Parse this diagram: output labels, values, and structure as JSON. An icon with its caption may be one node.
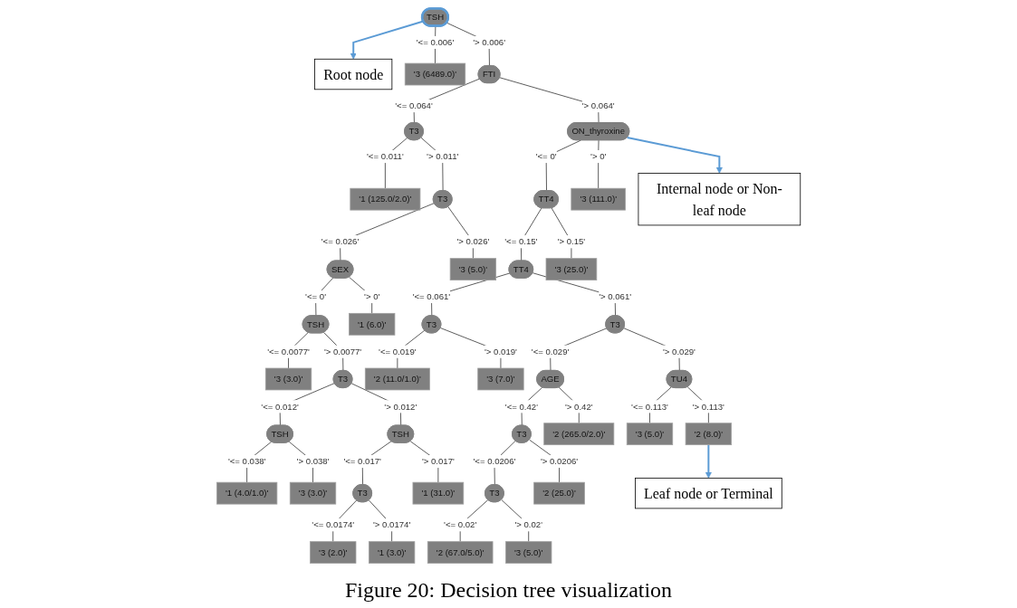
{
  "diagram": {
    "caption": "Figure 20: Decision tree visualization",
    "nodes": [
      {
        "text": [
          "Root node"
        ]
      },
      {
        "text": [
          "TSH"
        ]
      },
      {
        "text": [
          "'3 (6489.0)'"
        ]
      },
      {
        "text": [
          "FTI"
        ]
      },
      {
        "text": [
          "T3"
        ]
      },
      {
        "text": [
          "'1 (125.0/2.0)'"
        ]
      },
      {
        "text": [
          "T3"
        ]
      },
      {
        "text": [
          "SEX"
        ]
      },
      {
        "text": [
          "TSH"
        ]
      },
      {
        "text": [
          "'3 (3.0)'"
        ]
      },
      {
        "text": [
          "T3"
        ]
      },
      {
        "text": [
          "TSH"
        ]
      },
      {
        "text": [
          "'1 (4.0/1.0)'"
        ]
      },
      {
        "text": [
          "'3 (3.0)'"
        ]
      },
      {
        "text": [
          "TSH"
        ]
      },
      {
        "text": [
          "T3"
        ]
      },
      {
        "text": [
          "'3 (2.0)'"
        ]
      },
      {
        "text": [
          "'1 (3.0)'"
        ]
      },
      {
        "text": [
          "'1 (31.0)'"
        ]
      },
      {
        "text": [
          "'1 (6.0)'"
        ]
      },
      {
        "text": [
          "'3 (5.0)'"
        ]
      },
      {
        "text": [
          "ON_thyroxine"
        ]
      },
      {
        "text": [
          "Internal node or Non-leaf node"
        ]
      },
      {
        "text": [
          "TT4"
        ]
      },
      {
        "text": [
          "TT4"
        ]
      },
      {
        "text": [
          "T3"
        ]
      },
      {
        "text": [
          "'2 (11.0/1.0)'"
        ]
      },
      {
        "text": [
          "'3 (7.0)'"
        ]
      },
      {
        "text": [
          "T3"
        ]
      },
      {
        "text": [
          "AGE"
        ]
      },
      {
        "text": [
          "T3"
        ]
      },
      {
        "text": [
          "T3"
        ]
      },
      {
        "text": [
          "'2 (67.0/5.0)'"
        ]
      },
      {
        "text": [
          "'3 (5.0)'"
        ]
      },
      {
        "text": [
          "'2 (25.0)'"
        ]
      },
      {
        "text": [
          "'2 (265.0/2.0)'"
        ]
      },
      {
        "text": [
          "TU4"
        ]
      },
      {
        "text": [
          "'3 (5.0)'"
        ]
      },
      {
        "text": [
          "'2 (8.0)'"
        ]
      },
      {
        "text": [
          "Leaf node or Terminal"
        ]
      },
      {
        "text": [
          "'3 (25.0)'"
        ]
      },
      {
        "text": [
          "'3 (111.0)'"
        ]
      }
    ],
    "edges": [
      {
        "from": 1,
        "to": 0,
        "arrow": "to",
        "color": "#5b9bd5"
      },
      {
        "from": 1,
        "to": 2,
        "arrow": "none",
        "label": "'<= 0.006'"
      },
      {
        "from": 1,
        "to": 3,
        "arrow": "none",
        "label": "'> 0.006'"
      },
      {
        "from": 3,
        "to": 4,
        "arrow": "none",
        "label": "'<= 0.064'"
      },
      {
        "from": 3,
        "to": 21,
        "arrow": "none",
        "label": "'> 0.064'"
      },
      {
        "from": 4,
        "to": 5,
        "arrow": "none",
        "label": "'<= 0.011'"
      },
      {
        "from": 4,
        "to": 6,
        "arrow": "none",
        "label": "'> 0.011'"
      },
      {
        "from": 6,
        "to": 7,
        "arrow": "none",
        "label": "'<= 0.026'"
      },
      {
        "from": 6,
        "to": 20,
        "arrow": "none",
        "label": "'> 0.026'"
      },
      {
        "from": 7,
        "to": 8,
        "arrow": "none",
        "label": "'<= 0'"
      },
      {
        "from": 7,
        "to": 19,
        "arrow": "none",
        "label": "'> 0'"
      },
      {
        "from": 8,
        "to": 9,
        "arrow": "none",
        "label": "'<= 0.0077'"
      },
      {
        "from": 8,
        "to": 10,
        "arrow": "none",
        "label": "'> 0.0077'"
      },
      {
        "from": 10,
        "to": 11,
        "arrow": "none",
        "label": "'<= 0.012'"
      },
      {
        "from": 10,
        "to": 14,
        "arrow": "none",
        "label": "'> 0.012'"
      },
      {
        "from": 11,
        "to": 12,
        "arrow": "none",
        "label": "'<= 0.038'"
      },
      {
        "from": 11,
        "to": 13,
        "arrow": "none",
        "label": "'> 0.038'"
      },
      {
        "from": 14,
        "to": 15,
        "arrow": "none",
        "label": "'<= 0.017'"
      },
      {
        "from": 14,
        "to": 18,
        "arrow": "none",
        "label": "'> 0.017'"
      },
      {
        "from": 15,
        "to": 16,
        "arrow": "none",
        "label": "'<= 0.0174'"
      },
      {
        "from": 15,
        "to": 17,
        "arrow": "none",
        "label": "'> 0.0174'"
      },
      {
        "from": 21,
        "to": 23,
        "arrow": "none",
        "label": "'<= 0'"
      },
      {
        "from": 21,
        "to": 41,
        "arrow": "none",
        "label": "'> 0'"
      },
      {
        "from": 23,
        "to": 24,
        "arrow": "none",
        "label": "'<= 0.15'"
      },
      {
        "from": 23,
        "to": 40,
        "arrow": "none",
        "label": "'> 0.15'"
      },
      {
        "from": 24,
        "to": 25,
        "arrow": "none",
        "label": "'<= 0.061'"
      },
      {
        "from": 24,
        "to": 28,
        "arrow": "none",
        "label": "'> 0.061'"
      },
      {
        "from": 25,
        "to": 26,
        "arrow": "none",
        "label": "'<= 0.019'"
      },
      {
        "from": 25,
        "to": 27,
        "arrow": "none",
        "label": "'> 0.019'"
      },
      {
        "from": 28,
        "to": 29,
        "arrow": "none",
        "label": "'<= 0.029'"
      },
      {
        "from": 28,
        "to": 36,
        "arrow": "none",
        "label": "'> 0.029'"
      },
      {
        "from": 29,
        "to": 30,
        "arrow": "none",
        "label": "'<= 0.42'"
      },
      {
        "from": 29,
        "to": 35,
        "arrow": "none",
        "label": "'> 0.42'"
      },
      {
        "from": 30,
        "to": 31,
        "arrow": "none",
        "label": "'<= 0.0206'"
      },
      {
        "from": 30,
        "to": 34,
        "arrow": "none",
        "label": "'> 0.0206'"
      },
      {
        "from": 31,
        "to": 32,
        "arrow": "none",
        "label": "'<= 0.02'"
      },
      {
        "from": 31,
        "to": 33,
        "arrow": "none",
        "label": "'> 0.02'"
      },
      {
        "from": 36,
        "to": 37,
        "arrow": "none",
        "label": "'<= 0.113'"
      },
      {
        "from": 36,
        "to": 38,
        "arrow": "none",
        "label": "'> 0.113'"
      },
      {
        "from": 21,
        "to": 22,
        "arrow": "to",
        "color": "#5b9bd5"
      },
      {
        "from": 38,
        "to": 39,
        "arrow": "to",
        "color": "#5b9bd5"
      }
    ]
  }
}
